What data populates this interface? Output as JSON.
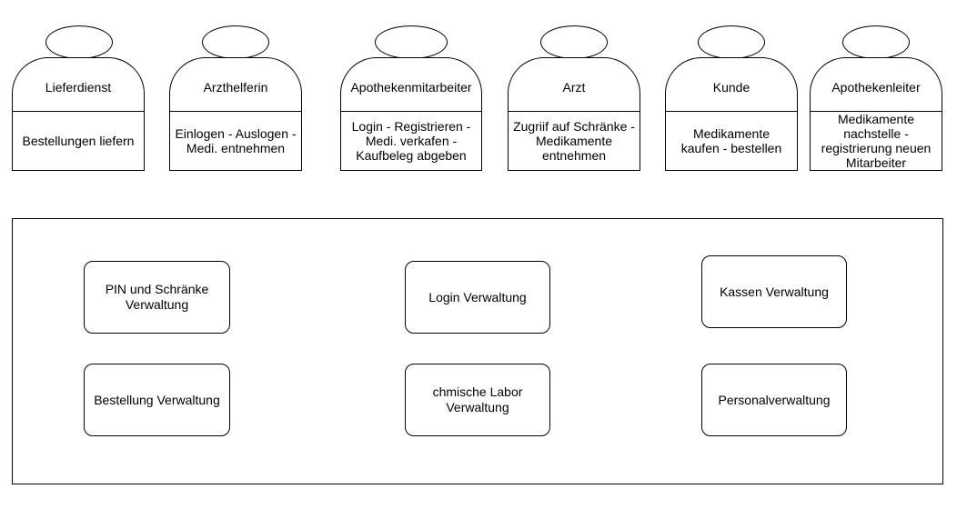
{
  "actors": [
    {
      "name": "Lieferdienst",
      "description": "Bestellungen liefern"
    },
    {
      "name": "Arzthelferin",
      "description": "Einlogen - Auslogen -Medi. entnehmen"
    },
    {
      "name": "Apothekenmitarbeiter",
      "description": "Login - Registrieren - Medi. verkafen - Kaufbeleg abgeben"
    },
    {
      "name": "Arzt",
      "description": "Zugriif auf Schränke - Medikamente entnehmen"
    },
    {
      "name": "Kunde",
      "description": "Medikamente kaufen - bestellen"
    },
    {
      "name": "Apothekenleiter",
      "description": "Medikamente nachstelle - registrierung neuen Mitarbeiter"
    }
  ],
  "modules": [
    {
      "label": "PIN und Schränke Verwaltung"
    },
    {
      "label": "Login Verwaltung"
    },
    {
      "label": "Kassen Verwaltung"
    },
    {
      "label": "Bestellung Verwaltung"
    },
    {
      "label": "chmische Labor Verwaltung"
    },
    {
      "label": "Personalverwaltung"
    }
  ]
}
